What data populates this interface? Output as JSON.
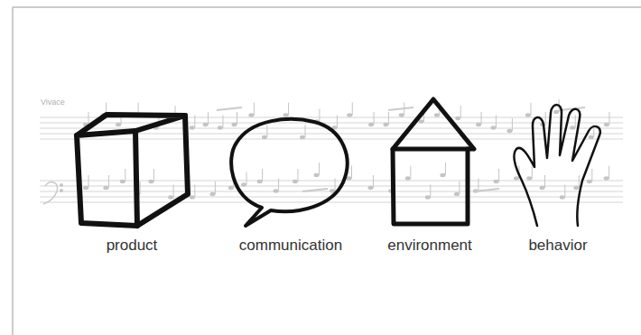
{
  "diagram": {
    "labels": [
      "Vivace",
      "product",
      "communication",
      "environment",
      "behavior"
    ]
  }
}
